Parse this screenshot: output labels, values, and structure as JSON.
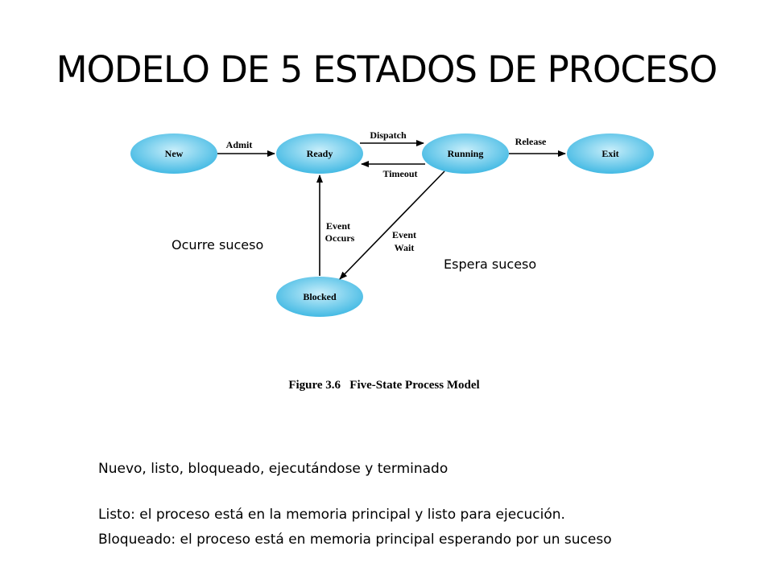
{
  "slide": {
    "title": "MODELO DE 5 ESTADOS DE PROCESO"
  },
  "diagram": {
    "states": {
      "new": "New",
      "ready": "Ready",
      "running": "Running",
      "exit": "Exit",
      "blocked": "Blocked"
    },
    "transitions": {
      "admit": "Admit",
      "dispatch": "Dispatch",
      "timeout": "Timeout",
      "release": "Release",
      "event_occurs_1": "Event",
      "event_occurs_2": "Occurs",
      "event_wait_1": "Event",
      "event_wait_2": "Wait"
    },
    "caption": "Figure 3.6   Five-State Process Model",
    "colors": {
      "state_fill_light": "#c8eefa",
      "state_fill_dark": "#3fb8e3",
      "arrow": "#000000"
    }
  },
  "annotations": {
    "ocurre": "Ocurre suceso",
    "espera": "Espera suceso"
  },
  "body_text": {
    "line1": "Nuevo,  listo, bloqueado, ejecutándose y terminado",
    "line2": "Listo: el proceso está en la memoria principal y listo para ejecución.",
    "line3": "Bloqueado: el proceso está en memoria principal esperando por un suceso"
  }
}
